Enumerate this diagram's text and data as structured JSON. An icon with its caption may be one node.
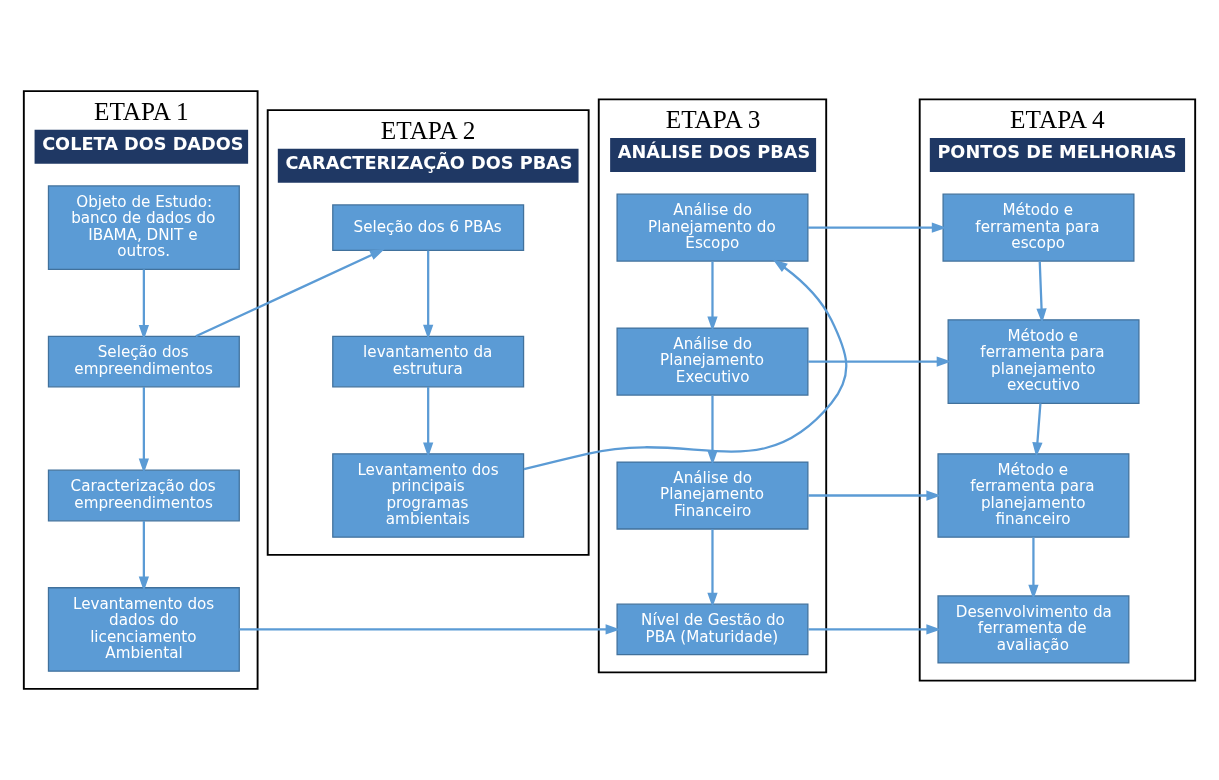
{
  "diagram": {
    "nodes": [
      {
        "text": [
          "ETAPA 1",
          "COLETA DOS DADOS"
        ]
      },
      {
        "text": [
          "Objeto de Estudo: banco de dados do IBAMA, DNIT e outros."
        ],
        "in": 0
      },
      {
        "text": [
          "Seleção dos empreendimentos"
        ],
        "in": 0
      },
      {
        "text": [
          "Caracterização dos empreendimentos"
        ],
        "in": 0
      },
      {
        "text": [
          "Levantamento dos dados do licenciamento Ambiental"
        ],
        "in": 0
      },
      {
        "text": [
          "ETAPA 2",
          "CARACTERIZAÇÃO DOS PBAS"
        ]
      },
      {
        "text": [
          "Seleção dos 6 PBAs"
        ],
        "in": 5
      },
      {
        "text": [
          "levantamento da estrutura"
        ],
        "in": 5
      },
      {
        "text": [
          "Levantamento dos principais programas ambientais"
        ],
        "in": 5
      },
      {
        "text": [
          "ETAPA 3",
          "ANÁLISE DOS PBAS"
        ]
      },
      {
        "text": [
          "Análise do Planejamento do Escopo"
        ],
        "in": 9
      },
      {
        "text": [
          "Análise do Planejamento Executivo"
        ],
        "in": 9
      },
      {
        "text": [
          "Análise do Planejamento Financeiro"
        ],
        "in": 9
      },
      {
        "text": [
          "Nível de Gestão do PBA (Maturidade)"
        ],
        "in": 9
      },
      {
        "text": [
          "ETAPA 4",
          "PONTOS DE MELHORIAS"
        ]
      },
      {
        "text": [
          "Método e ferramenta para escopo"
        ],
        "in": 14
      },
      {
        "text": [
          "Método e ferramenta para planejamento executivo"
        ],
        "in": 14
      },
      {
        "text": [
          "Método e ferramenta para planejamento financeiro"
        ],
        "in": 14
      },
      {
        "text": [
          "Desenvolvimento da ferramenta de avaliação"
        ],
        "in": 14
      }
    ],
    "edges": [
      {
        "from": 1,
        "to": 2,
        "arrow": "to"
      },
      {
        "from": 2,
        "to": 3,
        "arrow": "to"
      },
      {
        "from": 3,
        "to": 4,
        "arrow": "to"
      },
      {
        "from": 2,
        "to": 6,
        "arrow": "to"
      },
      {
        "from": 6,
        "to": 7,
        "arrow": "to"
      },
      {
        "from": 7,
        "to": 8,
        "arrow": "to"
      },
      {
        "from": 8,
        "to": 10,
        "arrow": "to"
      },
      {
        "from": 10,
        "to": 11,
        "arrow": "to"
      },
      {
        "from": 11,
        "to": 12,
        "arrow": "to"
      },
      {
        "from": 12,
        "to": 13,
        "arrow": "to"
      },
      {
        "from": 4,
        "to": 13,
        "arrow": "to"
      },
      {
        "from": 10,
        "to": 15,
        "arrow": "to"
      },
      {
        "from": 11,
        "to": 16,
        "arrow": "to"
      },
      {
        "from": 12,
        "to": 17,
        "arrow": "to"
      },
      {
        "from": 13,
        "to": 18,
        "arrow": "to"
      },
      {
        "from": 15,
        "to": 16,
        "arrow": "to"
      },
      {
        "from": 16,
        "to": 17,
        "arrow": "to"
      },
      {
        "from": 17,
        "to": 18,
        "arrow": "to"
      }
    ]
  }
}
